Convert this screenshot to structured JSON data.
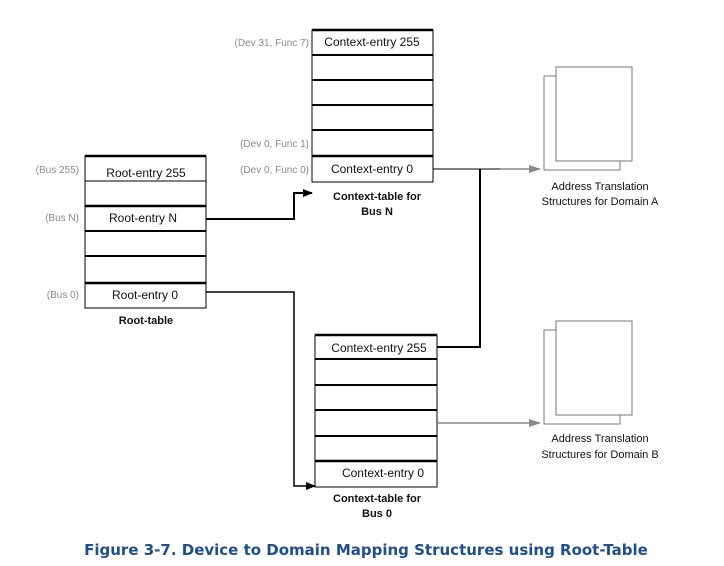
{
  "root_table": {
    "title": "Root-table",
    "rows": [
      {
        "label": "Root-entry 255",
        "side": "(Bus 255)"
      },
      {
        "label": "",
        "side": ""
      },
      {
        "label": "Root-entry N",
        "side": "(Bus N)"
      },
      {
        "label": "",
        "side": ""
      },
      {
        "label": "",
        "side": ""
      },
      {
        "label": "Root-entry 0",
        "side": "(Bus 0)"
      }
    ]
  },
  "context_table_n": {
    "title_line1": "Context-table for",
    "title_line2": "Bus N",
    "rows": [
      {
        "label": "Context-entry 255",
        "side": "(Dev 31, Func 7)"
      },
      {
        "label": "",
        "side": ""
      },
      {
        "label": "",
        "side": ""
      },
      {
        "label": "",
        "side": ""
      },
      {
        "label": "",
        "side": "(Dev 0, Func 1)"
      },
      {
        "label": "Context-entry 0",
        "side": "(Dev 0, Func 0)"
      }
    ]
  },
  "context_table_0": {
    "title_line1": "Context-table for",
    "title_line2": "Bus 0",
    "rows": [
      {
        "label": "Context-entry 255",
        "side": ""
      },
      {
        "label": "",
        "side": ""
      },
      {
        "label": "",
        "side": ""
      },
      {
        "label": "",
        "side": ""
      },
      {
        "label": "",
        "side": ""
      },
      {
        "label": "Context-entry 0",
        "side": ""
      }
    ]
  },
  "domain_a": {
    "line1": "Address Translation",
    "line2": "Structures for Domain A"
  },
  "domain_b": {
    "line1": "Address Translation",
    "line2": "Structures for Domain B"
  },
  "figure_caption": "Figure 3-7.  Device to Domain Mapping Structures using Root-Table"
}
